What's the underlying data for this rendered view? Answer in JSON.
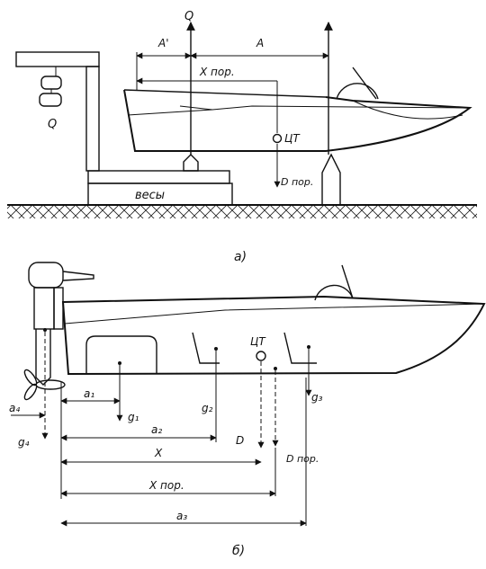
{
  "figure_a": {
    "caption": "а)",
    "labels": {
      "Q_top": "Q",
      "A_prime": "A'",
      "A": "A",
      "X_por": "X пор.",
      "Q_weight": "Q",
      "CT": "ЦТ",
      "D_por": "D пор.",
      "scale": "весы"
    }
  },
  "figure_b": {
    "caption": "б)",
    "labels": {
      "CT": "ЦТ",
      "a4": "a₄",
      "a1": "a₁",
      "g1": "g₁",
      "g2": "g₂",
      "g3": "g₃",
      "g4": "g₄",
      "a2": "a₂",
      "X": "X",
      "D": "D",
      "D_por": "D пор.",
      "X_por": "X пор.",
      "a3": "a₃"
    }
  }
}
